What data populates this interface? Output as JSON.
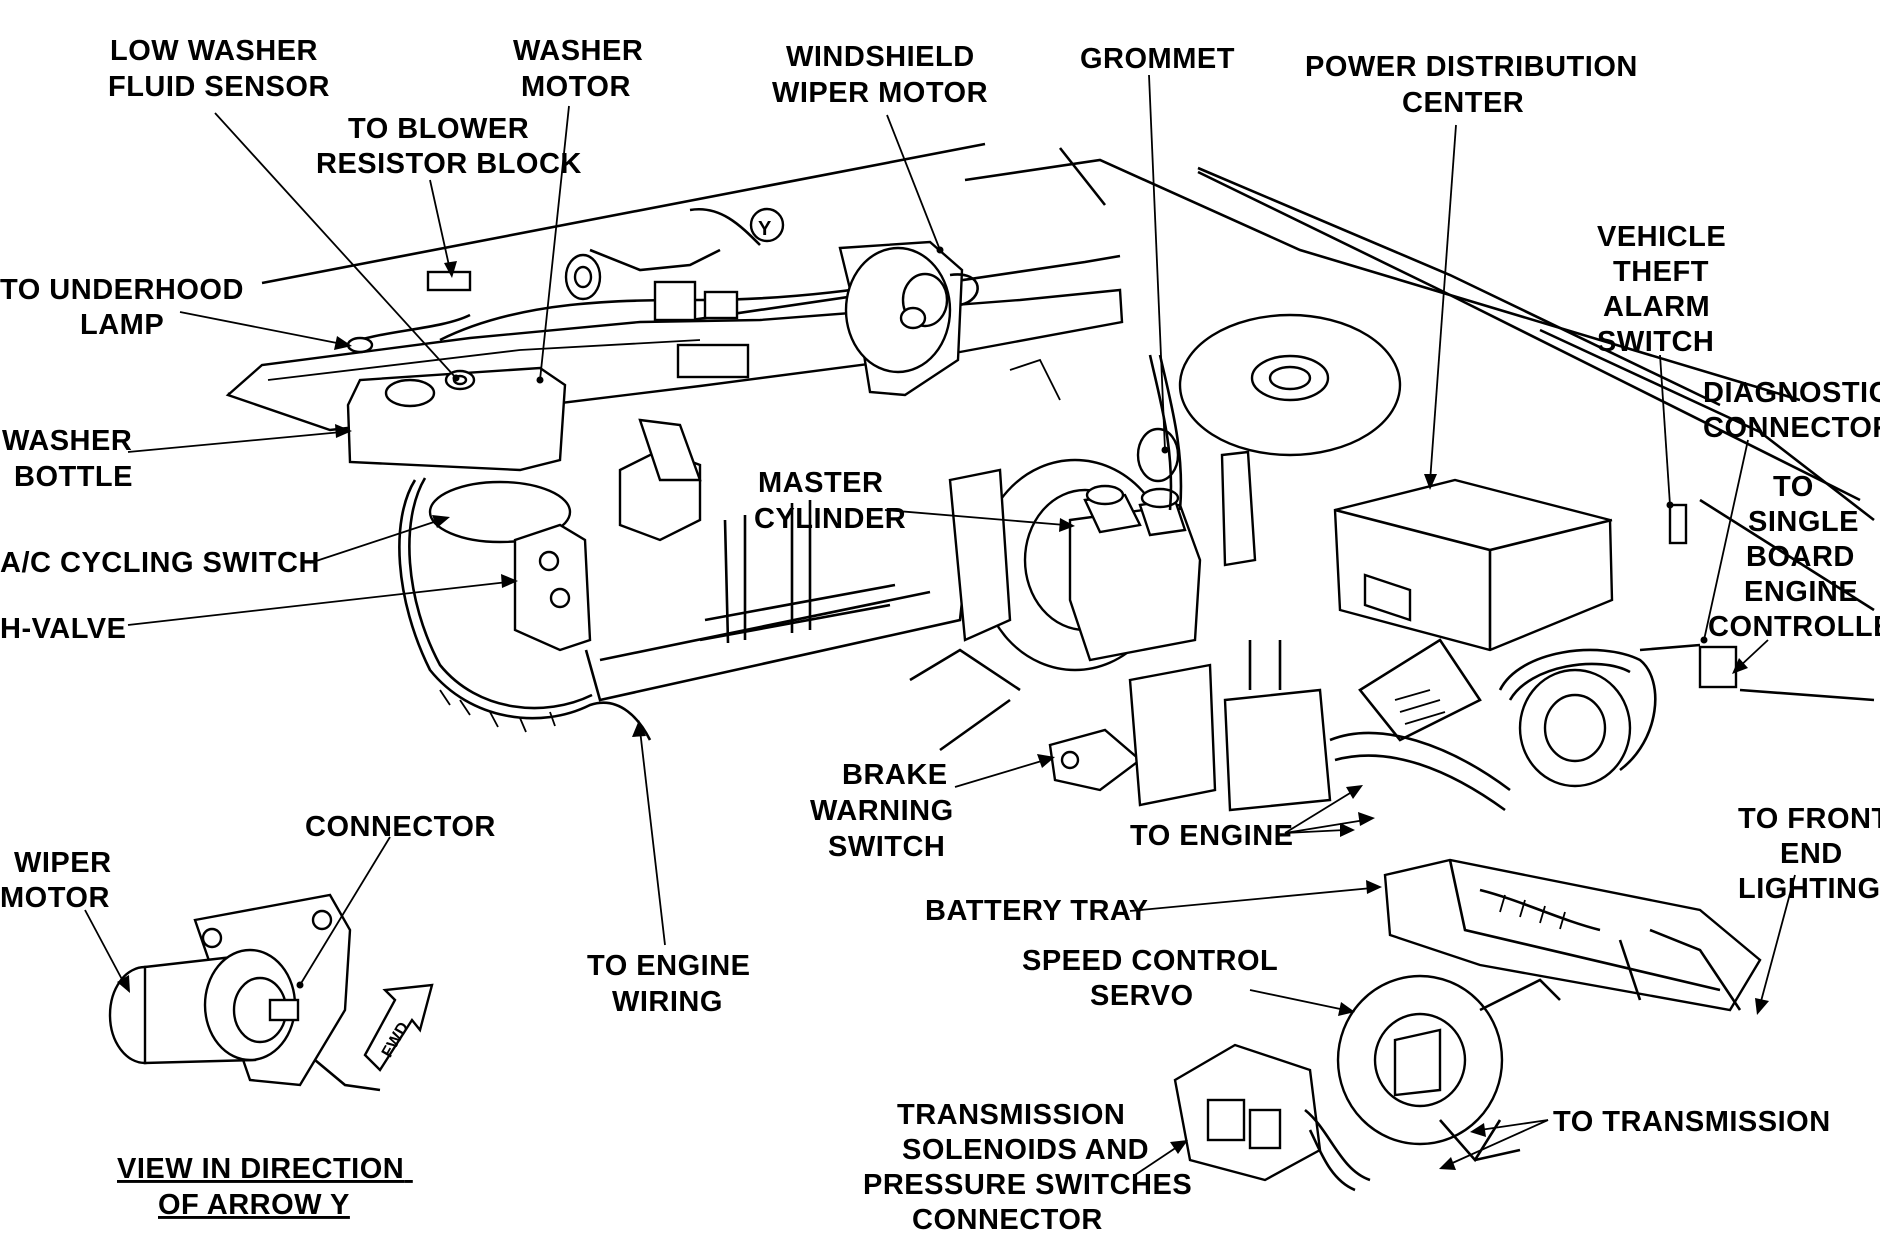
{
  "labels": {
    "low_washer_fluid_sensor": [
      "LOW WASHER",
      "FLUID SENSOR"
    ],
    "washer_motor": [
      "WASHER",
      "MOTOR"
    ],
    "windshield_wiper_motor": [
      "WINDSHIELD",
      "WIPER MOTOR"
    ],
    "grommet": [
      "GROMMET"
    ],
    "power_distribution_center": [
      "POWER DISTRIBUTION",
      "CENTER"
    ],
    "to_blower_resistor_block": [
      "TO BLOWER",
      "RESISTOR BLOCK"
    ],
    "to_underhood_lamp": [
      "TO UNDERHOOD",
      "LAMP"
    ],
    "vehicle_theft_alarm_switch": [
      "VEHICLE",
      "THEFT",
      "ALARM",
      "SWITCH"
    ],
    "diagnostic_connector": [
      "DIAGNOSTIC",
      "CONNECTOR"
    ],
    "washer_bottle": [
      "WASHER",
      "BOTTLE"
    ],
    "to_single_board_engine_controller": [
      "TO",
      "SINGLE",
      "BOARD",
      "ENGINE",
      "CONTROLLER"
    ],
    "master_cylinder": [
      "MASTER",
      "CYLINDER"
    ],
    "ac_cycling_switch": [
      "A/C CYCLING SWITCH"
    ],
    "h_valve": [
      "H-VALVE"
    ],
    "brake_warning_switch": [
      "BRAKE",
      "WARNING",
      "SWITCH"
    ],
    "connector": [
      "CONNECTOR"
    ],
    "wiper_motor": [
      "WIPER",
      "MOTOR"
    ],
    "to_front_end_lighting": [
      "TO FRONT",
      "END",
      "LIGHTING"
    ],
    "to_engine": [
      "TO ENGINE"
    ],
    "to_engine_wiring": [
      "TO ENGINE",
      "WIRING"
    ],
    "battery_tray": [
      "BATTERY TRAY"
    ],
    "speed_control_servo": [
      "SPEED CONTROL",
      "SERVO"
    ],
    "transmission_connector": [
      "TRANSMISSION",
      "SOLENOIDS AND",
      "PRESSURE SWITCHES",
      "CONNECTOR"
    ],
    "to_transmission": [
      "TO TRANSMISSION"
    ],
    "view_caption": [
      "VIEW IN DIRECTION",
      "OF ARROW Y"
    ]
  },
  "glyphs": {
    "arrow_y": "Y",
    "fwd": "FWD"
  }
}
